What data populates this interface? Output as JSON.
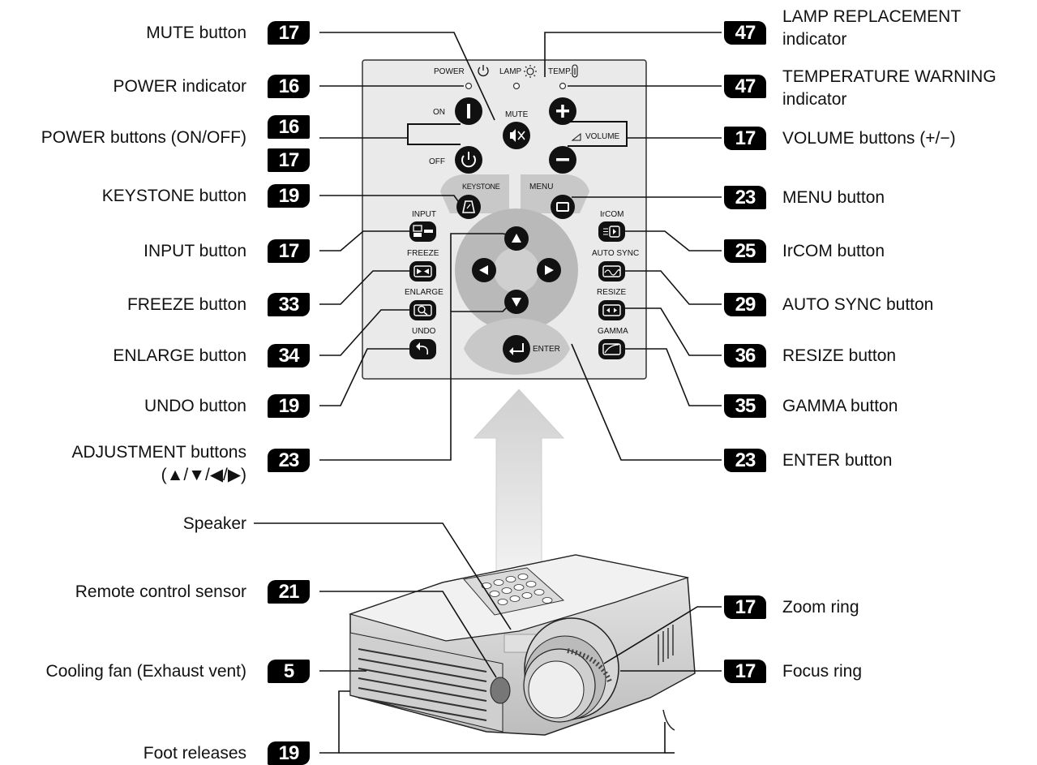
{
  "left_callouts": [
    {
      "label": "MUTE button",
      "page": "17"
    },
    {
      "label": "POWER indicator",
      "page": "16"
    },
    {
      "label": "POWER buttons (ON/OFF)",
      "page": "16",
      "page2": "17"
    },
    {
      "label": "KEYSTONE button",
      "page": "19"
    },
    {
      "label": "INPUT button",
      "page": "17"
    },
    {
      "label": "FREEZE button",
      "page": "33"
    },
    {
      "label": "ENLARGE button",
      "page": "34"
    },
    {
      "label": "UNDO button",
      "page": "19"
    },
    {
      "label": "ADJUSTMENT buttons",
      "label2": "(▲/▼/◀/▶)",
      "page": "23"
    },
    {
      "label": "Speaker",
      "page": ""
    },
    {
      "label": "Remote control sensor",
      "page": "21"
    },
    {
      "label": "Cooling fan (Exhaust vent)",
      "page": "5"
    },
    {
      "label": "Foot releases",
      "page": "19"
    }
  ],
  "right_callouts": [
    {
      "label": "LAMP REPLACEMENT",
      "label2": "indicator",
      "page": "47"
    },
    {
      "label": "TEMPERATURE WARNING",
      "label2": "indicator",
      "page": "47"
    },
    {
      "label": "VOLUME buttons (+/−)",
      "page": "17"
    },
    {
      "label": "MENU button",
      "page": "23"
    },
    {
      "label": "IrCOM button",
      "page": "25"
    },
    {
      "label": "AUTO SYNC button",
      "page": "29"
    },
    {
      "label": "RESIZE button",
      "page": "36"
    },
    {
      "label": "GAMMA button",
      "page": "35"
    },
    {
      "label": "ENTER button",
      "page": "23"
    },
    {
      "label": "Zoom ring",
      "page": "17"
    },
    {
      "label": "Focus ring",
      "page": "17"
    }
  ],
  "panel_labels": {
    "power": "POWER",
    "lamp": "LAMP",
    "temp": "TEMP.",
    "on": "ON",
    "off": "OFF",
    "mute": "MUTE",
    "volume": "VOLUME",
    "keystone": "KEYSTONE",
    "menu": "MENU",
    "input": "INPUT",
    "ircom": "IrCOM",
    "freeze": "FREEZE",
    "auto_sync": "AUTO SYNC",
    "enlarge": "ENLARGE",
    "resize": "RESIZE",
    "undo": "UNDO",
    "gamma": "GAMMA",
    "enter": "ENTER"
  },
  "colors": {
    "panel": "#e9e9e9",
    "button": "#111111",
    "pad": "#b9b9b9",
    "arrow": "#d8d8d8"
  }
}
